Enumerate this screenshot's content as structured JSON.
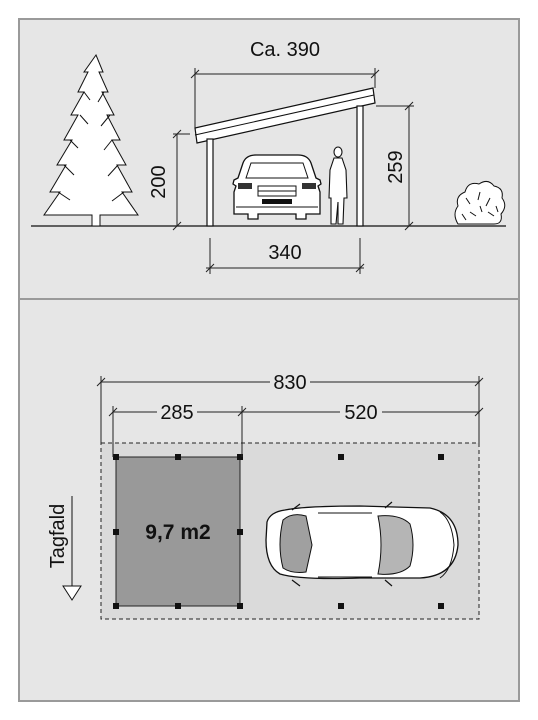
{
  "elevation": {
    "width_label": "Ca. 390",
    "post_spacing_label": "340",
    "low_height_label": "200",
    "high_height_label": "259"
  },
  "plan": {
    "total_length_label": "830",
    "shed_length_label": "285",
    "carport_length_label": "520",
    "shed_area_label": "9,7 m2",
    "roof_slope_label": "Tagfald"
  },
  "colors": {
    "panel_bg": "#e6e6e6",
    "frame": "#9a9a9a",
    "shed_fill": "#999999",
    "roof_area_fill": "#dadada",
    "line": "#222222"
  },
  "icons": [
    "tree-icon",
    "car-front-icon",
    "person-icon",
    "bush-icon",
    "car-top-icon",
    "arrow-down-icon"
  ]
}
